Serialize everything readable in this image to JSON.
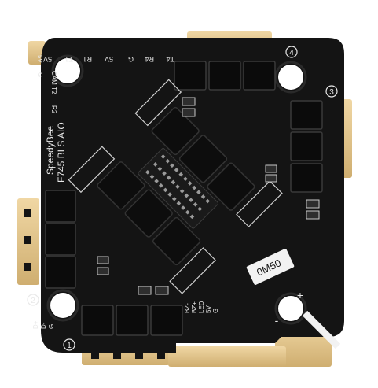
{
  "board": {
    "brand": "SpeedyBee",
    "model": "F745 BLS AIO",
    "chip_marking": "0M50"
  },
  "top_pads": [
    "5V",
    "T1",
    "R1",
    "5V",
    "G",
    "R4",
    "T4"
  ],
  "left_pads": [
    "CAM",
    "T2",
    "R2"
  ],
  "corner_labels": [
    "G",
    "5V"
  ],
  "bottom_pads": [
    "D+",
    "D-",
    "G"
  ],
  "led_pads": [
    "BZ-",
    "BZ+",
    "LED",
    "5V",
    "G"
  ],
  "motor_numbers": [
    "1",
    "2",
    "3",
    "4"
  ],
  "polarity": {
    "plus": "+",
    "minus": "-"
  },
  "colors": {
    "pcb": "#141414",
    "gold": "#e2c48a",
    "silkscreen": "#e8e8e8",
    "component": "#2a2a2a",
    "label_bg": "#f2f2f2"
  }
}
